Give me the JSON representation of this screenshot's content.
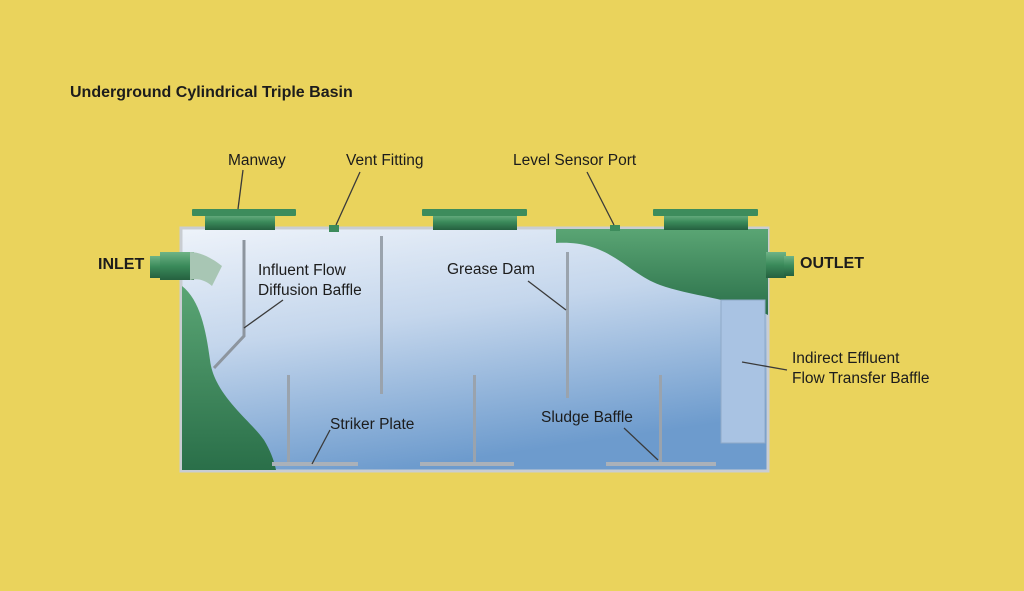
{
  "title": "Underground Cylindrical Triple Basin",
  "labels": {
    "manway": "Manway",
    "vent_fitting": "Vent Fitting",
    "level_sensor_port": "Level Sensor Port",
    "inlet": "INLET",
    "outlet": "OUTLET",
    "influent_line1": "Influent Flow",
    "influent_line2": "Diffusion Baffle",
    "grease_dam": "Grease Dam",
    "indirect_line1": "Indirect Effluent",
    "indirect_line2": "Flow Transfer Baffle",
    "striker_plate": "Striker Plate",
    "sludge_baffle": "Sludge Baffle"
  },
  "colors": {
    "background": "#ead35c",
    "tank_green": "#2f7d52",
    "tank_green_light": "#4e9e6a",
    "water_light": "#dbe6f3",
    "water_dark": "#6f9ccd",
    "baffle": "#9aa3ad"
  }
}
